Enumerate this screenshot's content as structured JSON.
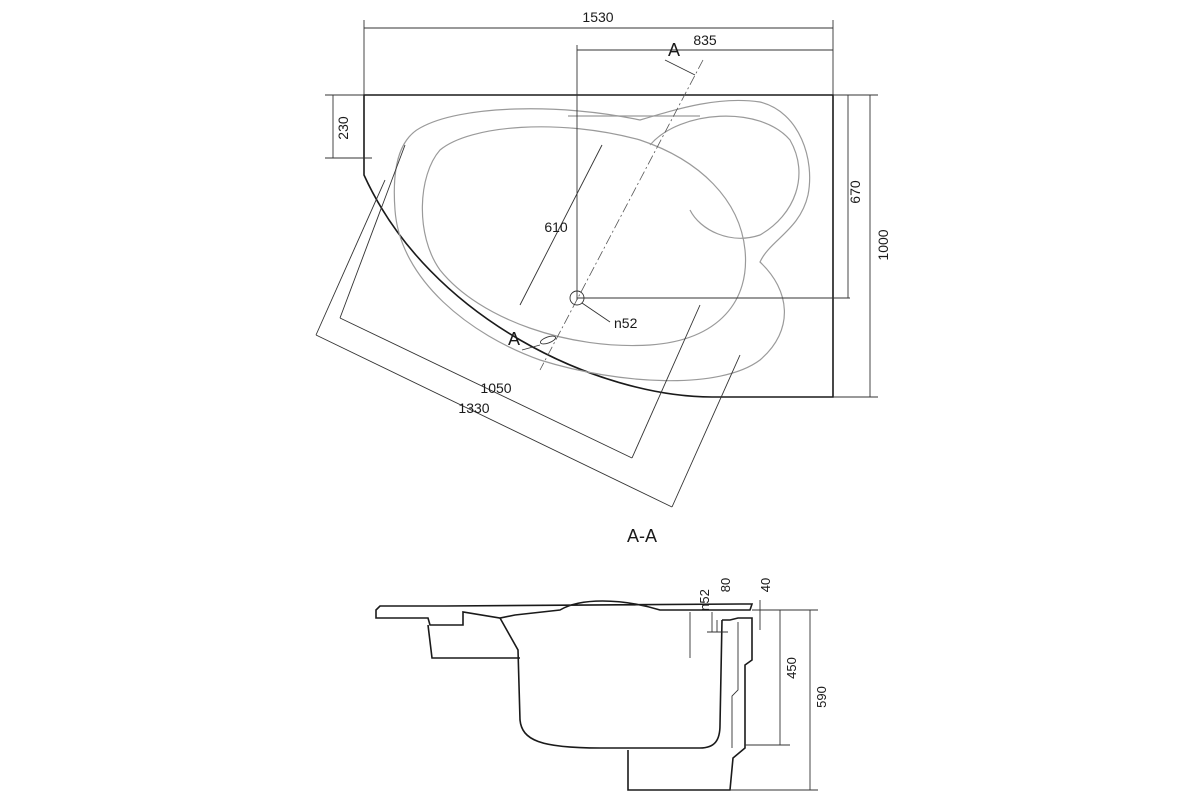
{
  "plan_view": {
    "overall_width": "1530",
    "offset_width": "835",
    "left_edge_height": "230",
    "drain_height": "670",
    "overall_depth": "1000",
    "basin_inner_width": "610",
    "drain_label": "n52",
    "length_inner": "1050",
    "length_outer": "1330",
    "section_marker_top": "A",
    "section_marker_bottom": "A"
  },
  "section_view": {
    "title": "A-A",
    "drain_label": "n52",
    "dim_80": "80",
    "dim_40": "40",
    "height_450": "450",
    "height_590": "590"
  }
}
